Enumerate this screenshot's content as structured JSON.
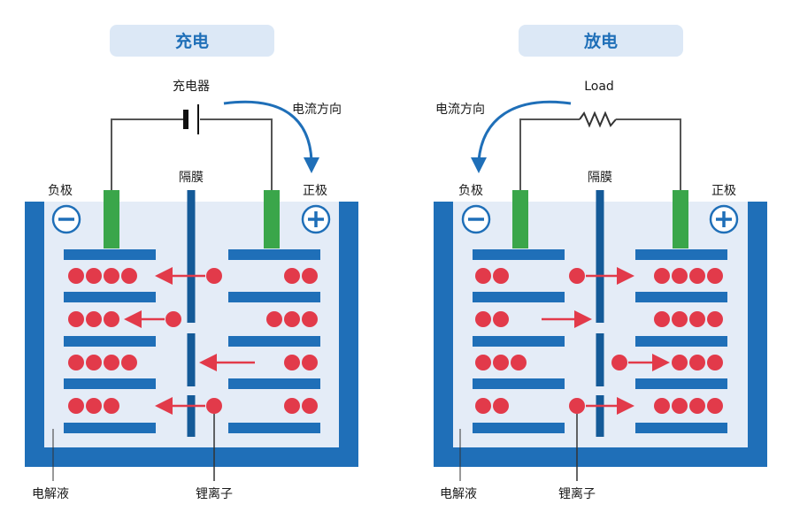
{
  "charge": {
    "title": "充电",
    "source_label": "充电器",
    "current_label": "电流方向",
    "neg_label": "负极",
    "sep_label": "隔膜",
    "pos_label": "正极",
    "neg_sign": "−",
    "pos_sign": "+",
    "electrolyte_label": "电解液",
    "ion_label": "锂离子",
    "rows": [
      {
        "left_ions": 4,
        "right_ions": 2
      },
      {
        "left_ions": 3,
        "right_ions": 3
      },
      {
        "left_ions": 4,
        "right_ions": 2
      },
      {
        "left_ions": 3,
        "right_ions": 2
      }
    ]
  },
  "discharge": {
    "title": "放电",
    "source_label": "Load",
    "current_label": "电流方向",
    "neg_label": "负极",
    "sep_label": "隔膜",
    "pos_label": "正极",
    "neg_sign": "−",
    "pos_sign": "+",
    "electrolyte_label": "电解液",
    "ion_label": "锂离子",
    "rows": [
      {
        "left_ions": 2,
        "right_ions": 4
      },
      {
        "left_ions": 2,
        "right_ions": 4
      },
      {
        "left_ions": 3,
        "right_ions": 3
      },
      {
        "left_ions": 2,
        "right_ions": 4
      }
    ]
  },
  "colors": {
    "container": "#1f6fb8",
    "electrolyte": "#e4ecf7",
    "electrode_plate": "#1f6fb8",
    "terminal": "#3aa64a",
    "separator": "#145a98",
    "ion": "#e23a4a",
    "wire": "#555555",
    "arrow_current": "#1f6fb8"
  }
}
